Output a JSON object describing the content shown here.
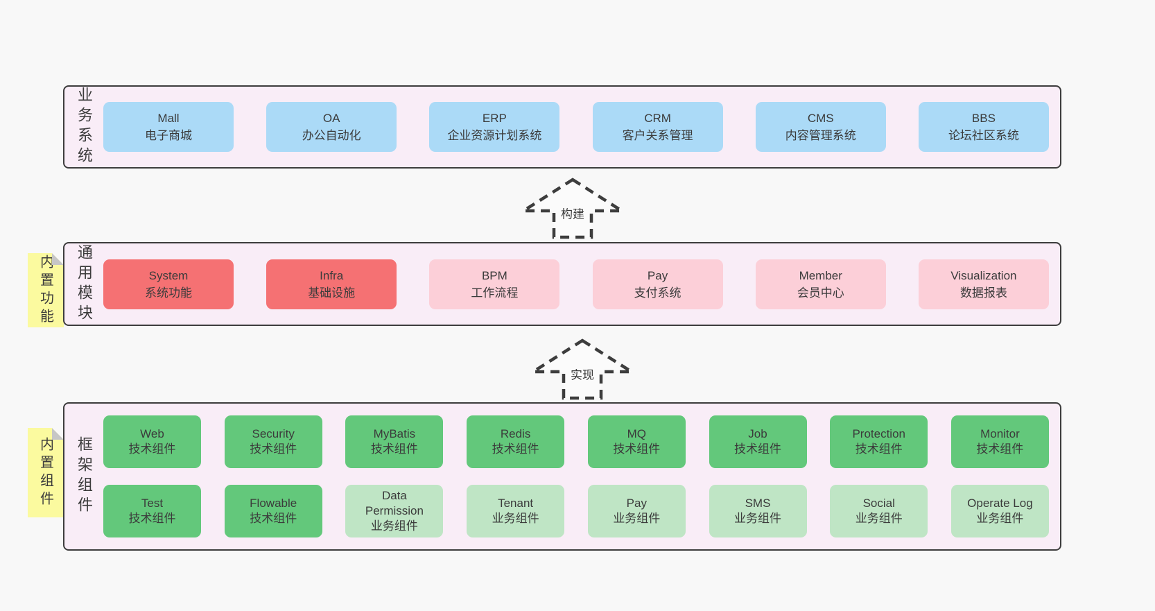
{
  "colors": {
    "background": "#f8f8f8",
    "band_background": "#f9edf7",
    "band_border": "#3d3d3d",
    "blue_box": "#abdaf7",
    "red_box": "#f57173",
    "pink_box": "#fccfd8",
    "green_box": "#63c87b",
    "light_green_box": "#bfe5c5",
    "sticky_note": "#fbfa9f",
    "sticky_fold": "#c6c6c6",
    "text": "#3b3b3b"
  },
  "arrows": [
    {
      "label": "构建"
    },
    {
      "label": "实现"
    }
  ],
  "stickies": [
    {
      "label": "内置功能"
    },
    {
      "label": "内置组件"
    }
  ],
  "bands": [
    {
      "label": "业务系统",
      "rows": [
        [
          {
            "title": "Mall",
            "subtitle": "电子商城"
          },
          {
            "title": "OA",
            "subtitle": "办公自动化"
          },
          {
            "title": "ERP",
            "subtitle": "企业资源计划系统"
          },
          {
            "title": "CRM",
            "subtitle": "客户关系管理"
          },
          {
            "title": "CMS",
            "subtitle": "内容管理系统"
          },
          {
            "title": "BBS",
            "subtitle": "论坛社区系统"
          }
        ]
      ]
    },
    {
      "label": "通用模块",
      "rows": [
        [
          {
            "title": "System",
            "subtitle": "系统功能"
          },
          {
            "title": "Infra",
            "subtitle": "基础设施"
          },
          {
            "title": "BPM",
            "subtitle": "工作流程"
          },
          {
            "title": "Pay",
            "subtitle": "支付系统"
          },
          {
            "title": "Member",
            "subtitle": "会员中心"
          },
          {
            "title": "Visualization",
            "subtitle": "数据报表"
          }
        ]
      ]
    },
    {
      "label": "框架组件",
      "rows": [
        [
          {
            "title": "Web",
            "subtitle": "技术组件"
          },
          {
            "title": "Security",
            "subtitle": "技术组件"
          },
          {
            "title": "MyBatis",
            "subtitle": "技术组件"
          },
          {
            "title": "Redis",
            "subtitle": "技术组件"
          },
          {
            "title": "MQ",
            "subtitle": "技术组件"
          },
          {
            "title": "Job",
            "subtitle": "技术组件"
          },
          {
            "title": "Protection",
            "subtitle": "技术组件"
          },
          {
            "title": "Monitor",
            "subtitle": "技术组件"
          }
        ],
        [
          {
            "title": "Test",
            "subtitle": "技术组件"
          },
          {
            "title": "Flowable",
            "subtitle": "技术组件"
          },
          {
            "title": "Data Permission",
            "subtitle": "业务组件"
          },
          {
            "title": "Tenant",
            "subtitle": "业务组件"
          },
          {
            "title": "Pay",
            "subtitle": "业务组件"
          },
          {
            "title": "SMS",
            "subtitle": "业务组件"
          },
          {
            "title": "Social",
            "subtitle": "业务组件"
          },
          {
            "title": "Operate Log",
            "subtitle": "业务组件"
          }
        ]
      ]
    }
  ]
}
